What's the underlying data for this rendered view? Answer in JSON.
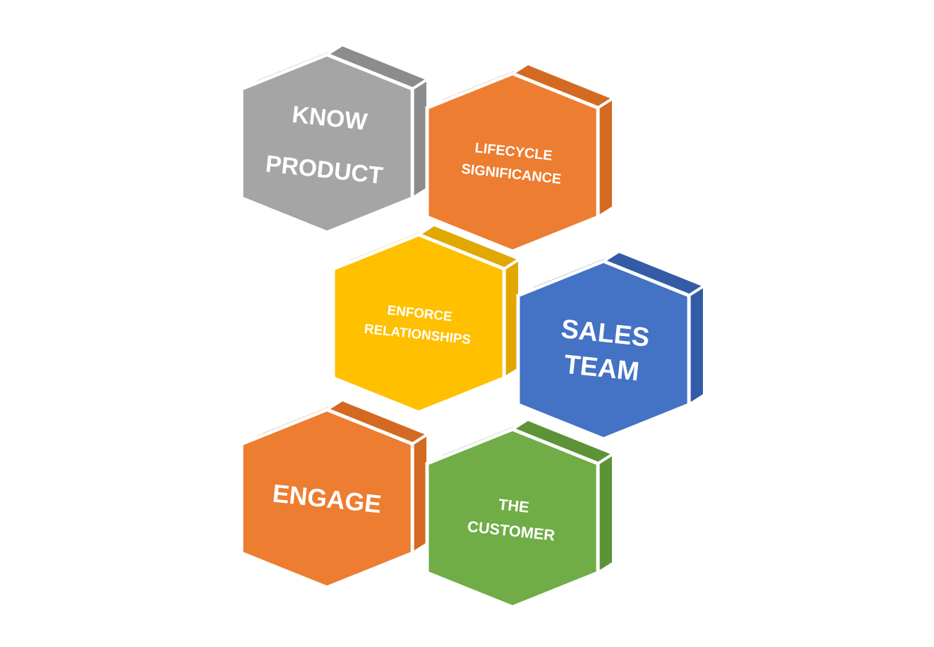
{
  "hexagons": [
    {
      "id": "know-product",
      "lines": [
        "KNOW",
        "PRODUCT"
      ],
      "color": "#A5A5A5",
      "side": "#8C8C8C"
    },
    {
      "id": "lifecycle-significance",
      "lines": [
        "LIFECYCLE",
        "SIGNIFICANCE"
      ],
      "color": "#ED7D31",
      "side": "#D46A22"
    },
    {
      "id": "enforce-relationships",
      "lines": [
        "ENFORCE",
        "RELATIONSHIPS"
      ],
      "color": "#FFC000",
      "side": "#E0A800"
    },
    {
      "id": "sales-team",
      "lines": [
        "SALES",
        "TEAM"
      ],
      "color": "#4472C4",
      "side": "#345CA6"
    },
    {
      "id": "engage",
      "lines": [
        "ENGAGE"
      ],
      "color": "#ED7D31",
      "side": "#D46A22"
    },
    {
      "id": "the-customer",
      "lines": [
        "THE",
        "CUSTOMER"
      ],
      "color": "#70AD47",
      "side": "#5C9337"
    }
  ]
}
